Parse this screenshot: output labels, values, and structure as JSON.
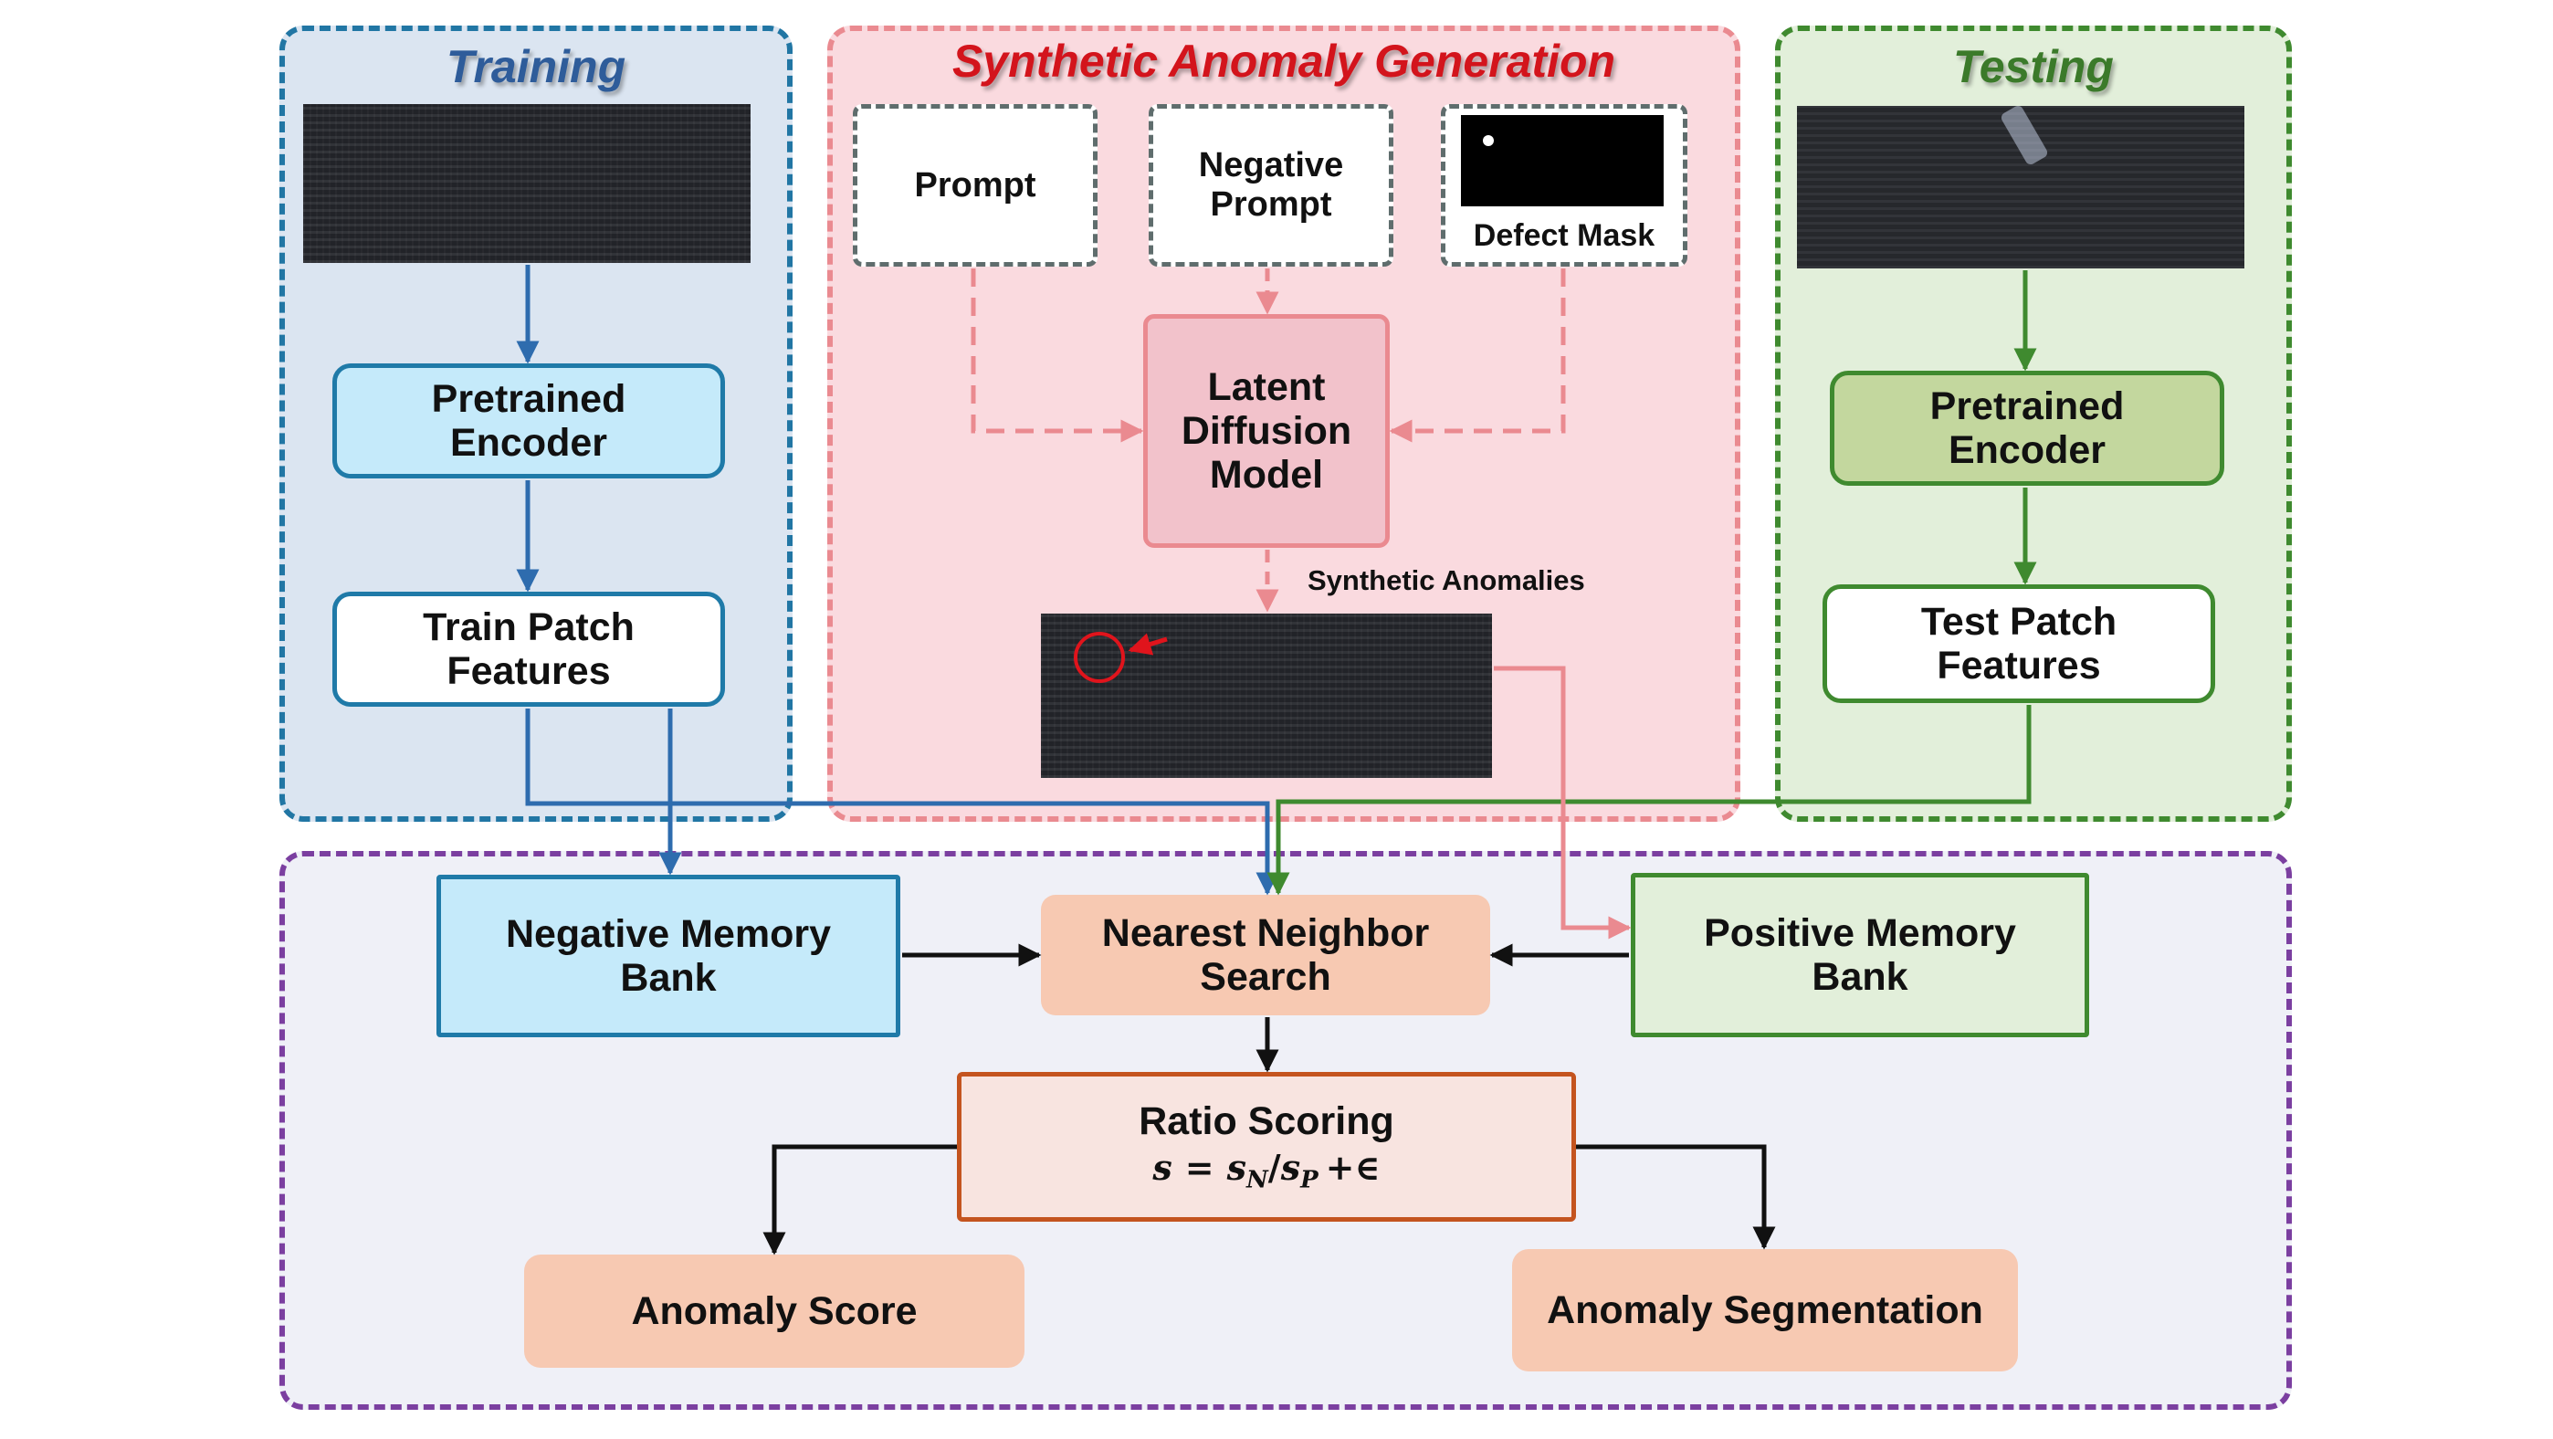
{
  "panels": {
    "training": {
      "title": "Training"
    },
    "synthetic": {
      "title": "Synthetic Anomaly Generation"
    },
    "testing": {
      "title": "Testing"
    }
  },
  "training": {
    "encoder_line1": "Pretrained",
    "encoder_line2": "Encoder",
    "features_line1": "Train Patch",
    "features_line2": "Features"
  },
  "synthetic": {
    "prompt": "Prompt",
    "negative_prompt_line1": "Negative",
    "negative_prompt_line2": "Prompt",
    "defect_mask": "Defect Mask",
    "ldm_line1": "Latent",
    "ldm_line2": "Diffusion",
    "ldm_line3": "Model",
    "synthetic_anomalies": "Synthetic Anomalies"
  },
  "testing": {
    "encoder_line1": "Pretrained",
    "encoder_line2": "Encoder",
    "features_line1": "Test Patch",
    "features_line2": "Features"
  },
  "bottom": {
    "negative_bank_line1": "Negative Memory",
    "negative_bank_line2": "Bank",
    "nn_search_line1": "Nearest Neighbor",
    "nn_search_line2": "Search",
    "positive_bank_line1": "Positive Memory",
    "positive_bank_line2": "Bank",
    "ratio_scoring": "Ratio Scoring",
    "formula_s": "s",
    "formula_eq": "=",
    "formula_sN": "s",
    "formula_N": "N",
    "formula_slash": "/",
    "formula_sP": "s",
    "formula_P": "P",
    "formula_eps": "+∈",
    "anomaly_score": "Anomaly Score",
    "anomaly_segmentation": "Anomaly Segmentation"
  },
  "colors": {
    "training_blue": "#2176a4",
    "synthetic_pink": "#ea8a90",
    "testing_green": "#3f8a2f",
    "bottom_purple": "#7b3fa0",
    "salmon_box": "#f7c9b2",
    "defect_red": "#e0141c"
  }
}
